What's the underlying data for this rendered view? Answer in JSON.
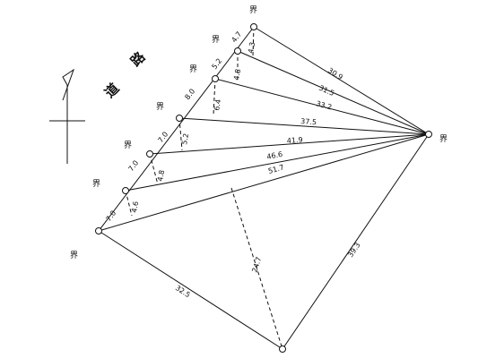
{
  "marker_char": "界",
  "road_label": [
    "道",
    "路"
  ],
  "lengths": {
    "r1": "30.9",
    "r2": "31.5",
    "r3": "33.2",
    "r4": "37.5",
    "r5": "41.9",
    "r6": "46.6",
    "r7": "51.7",
    "right_bottom": "39.3",
    "left_bottom": "32.5",
    "diagonal": "24.7"
  },
  "front_segments": [
    "7.0",
    "7.0",
    "7.0",
    "8.0",
    "5.2",
    "4.7"
  ],
  "perpendiculars": [
    "4.6",
    "4.8",
    "5.2",
    "6.4",
    "4.8",
    "4.3"
  ]
}
